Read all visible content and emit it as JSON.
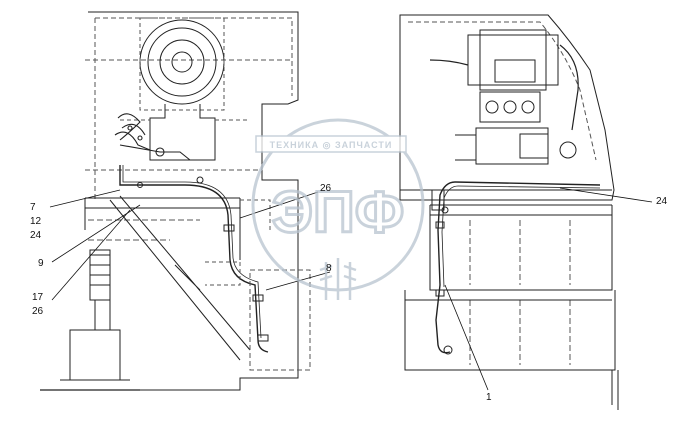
{
  "callouts": {
    "c7": "7",
    "c12": "12",
    "c24_left": "24",
    "c9": "9",
    "c17": "17",
    "c26_left": "26",
    "c26_mid": "26",
    "c8": "8",
    "c24_right": "24",
    "c1": "1"
  },
  "watermark": {
    "banner": "ТЕХНИКА  ◎  ЗАПЧАСТИ",
    "letters": "ЭПФ"
  },
  "colors": {
    "line": "#222222",
    "dash": "#555555",
    "watermark": "#b8c4cf"
  }
}
